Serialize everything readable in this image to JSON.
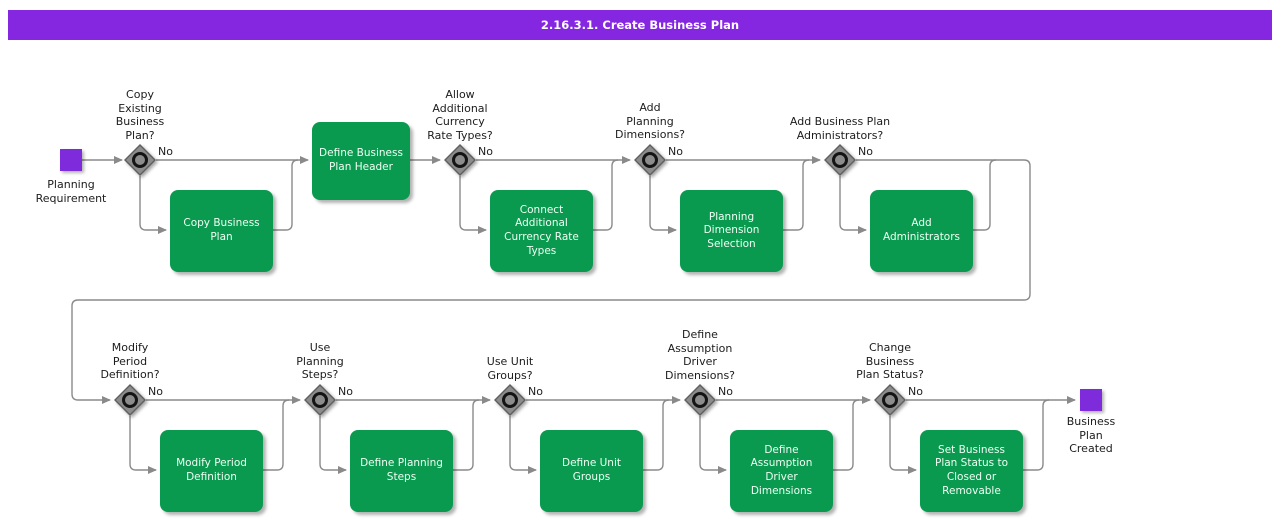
{
  "title": "2.16.3.1. Create Business Plan",
  "colors": {
    "header_bar": "#8526E0",
    "task_green": "#0A9A4F",
    "event_purple": "#7D2BDB",
    "connector_gray": "#8A8A8A"
  },
  "events": {
    "start": {
      "label": "Planning\nRequirement"
    },
    "end": {
      "label": "Business\nPlan\nCreated"
    }
  },
  "decisions": [
    {
      "question": "Copy\nExisting\nBusiness\nPlan?",
      "no_label": "No"
    },
    {
      "question": "Allow\nAdditional\nCurrency\nRate Types?",
      "no_label": "No"
    },
    {
      "question": "Add\nPlanning\nDimensions?",
      "no_label": "No"
    },
    {
      "question": "Add Business Plan\nAdministrators?",
      "no_label": "No"
    },
    {
      "question": "Modify\nPeriod\nDefinition?",
      "no_label": "No"
    },
    {
      "question": "Use\nPlanning\nSteps?",
      "no_label": "No"
    },
    {
      "question": "Use Unit\nGroups?",
      "no_label": "No"
    },
    {
      "question": "Define\nAssumption\nDriver\nDimensions?",
      "no_label": "No"
    },
    {
      "question": "Change\nBusiness\nPlan Status?",
      "no_label": "No"
    }
  ],
  "tasks": [
    {
      "label": "Copy Business\nPlan"
    },
    {
      "label": "Define Business\nPlan Header"
    },
    {
      "label": "Connect\nAdditional\nCurrency Rate\nTypes"
    },
    {
      "label": "Planning\nDimension\nSelection"
    },
    {
      "label": "Add\nAdministrators"
    },
    {
      "label": "Modify Period\nDefinition"
    },
    {
      "label": "Define Planning\nSteps"
    },
    {
      "label": "Define Unit\nGroups"
    },
    {
      "label": "Define\nAssumption\nDriver\nDimensions"
    },
    {
      "label": "Set Business\nPlan Status to\nClosed or\nRemovable"
    }
  ]
}
